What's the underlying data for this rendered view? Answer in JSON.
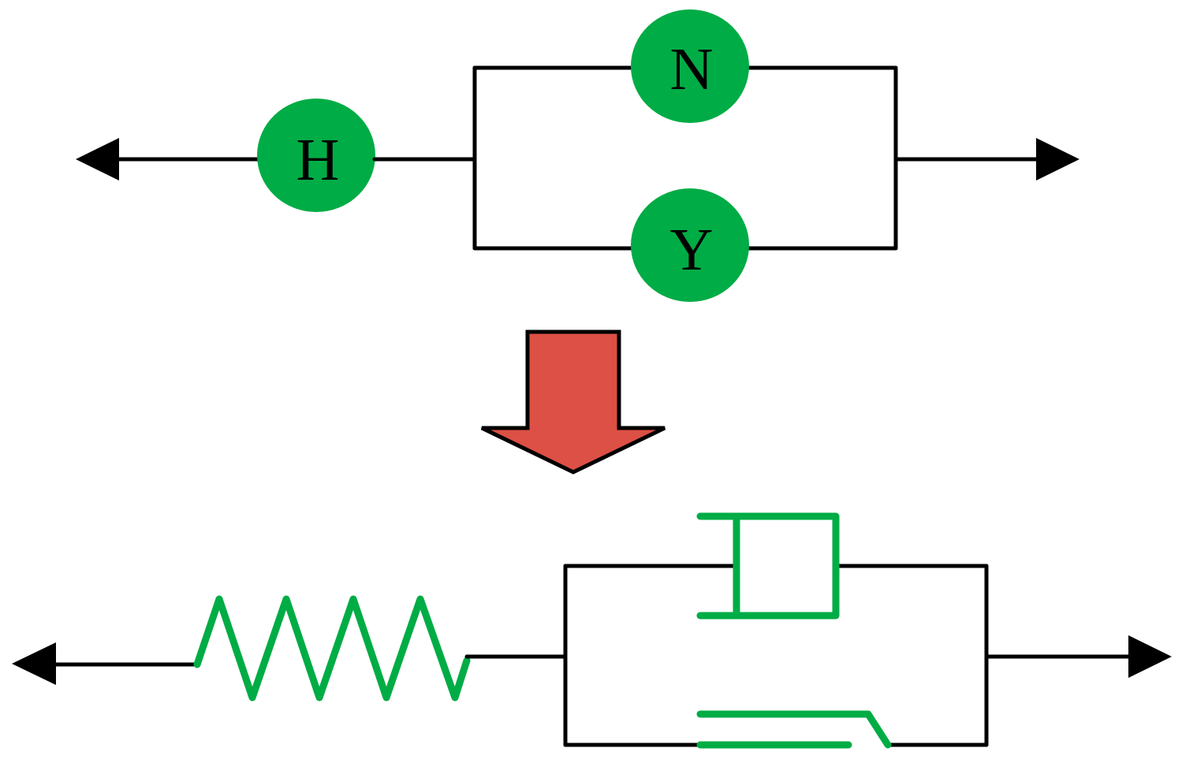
{
  "colors": {
    "element_green": "#00ac45",
    "line": "#000000",
    "arrow_red": "#dc5045",
    "background": "#ffffff"
  },
  "upper_model": {
    "series_element": {
      "label": "H"
    },
    "parallel_top_element": {
      "label": "N"
    },
    "parallel_bottom_element": {
      "label": "Y"
    }
  },
  "lower_model": {
    "series_element": {
      "kind": "spring-icon"
    },
    "parallel_top_element": {
      "kind": "dashpot-icon"
    },
    "parallel_bottom_element": {
      "kind": "friction-slider-icon"
    }
  },
  "transition_arrow": {
    "direction": "down",
    "icon": "down-arrow-icon"
  }
}
